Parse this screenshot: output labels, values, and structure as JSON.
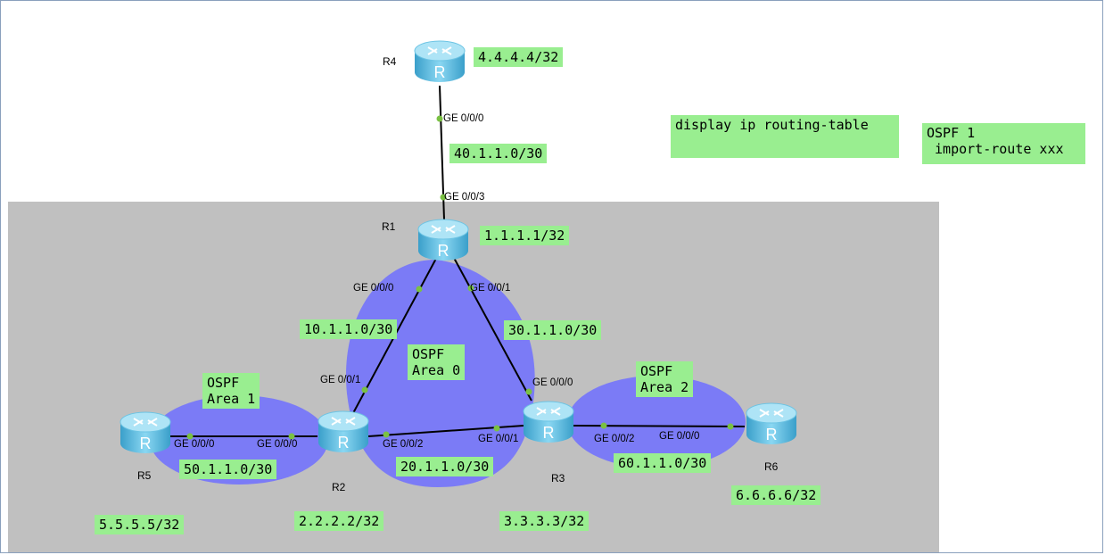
{
  "routers": [
    {
      "name": "R4",
      "loopback": "4.4.4.4/32"
    },
    {
      "name": "R1",
      "loopback": "1.1.1.1/32"
    },
    {
      "name": "R2",
      "loopback": "2.2.2.2/32"
    },
    {
      "name": "R3",
      "loopback": "3.3.3.3/32"
    },
    {
      "name": "R5",
      "loopback": "5.5.5.5/32"
    },
    {
      "name": "R6",
      "loopback": "6.6.6.6/32"
    }
  ],
  "router_icon_letter": "R",
  "links": [
    {
      "subnet": "40.1.1.0/30",
      "a_port": "GE 0/0/0",
      "b_port": "GE 0/0/3"
    },
    {
      "subnet": "10.1.1.0/30",
      "a_port": "GE 0/0/0",
      "b_port": "GE 0/0/1"
    },
    {
      "subnet": "30.1.1.0/30",
      "a_port": "GE 0/0/1",
      "b_port": "GE 0/0/0"
    },
    {
      "subnet": "20.1.1.0/30",
      "a_port": "GE 0/0/2",
      "b_port": "GE 0/0/1"
    },
    {
      "subnet": "50.1.1.0/30",
      "a_port": "GE 0/0/0",
      "b_port": "GE 0/0/0"
    },
    {
      "subnet": "60.1.1.0/30",
      "a_port": "GE 0/0/2",
      "b_port": "GE 0/0/0"
    }
  ],
  "areas": [
    {
      "label": "OSPF\nArea 0"
    },
    {
      "label": "OSPF\nArea 1"
    },
    {
      "label": "OSPF\nArea 2"
    }
  ],
  "notes": [
    {
      "text": "display ip routing-table"
    },
    {
      "text": "OSPF 1\n import-route xxx"
    }
  ],
  "colors": {
    "label_bg": "#99ee90",
    "area_fill": "#7b7bf6",
    "zone_fill": "#c0c0c0",
    "port_dot": "#7ac143",
    "router_body": "#5ab8dc"
  }
}
